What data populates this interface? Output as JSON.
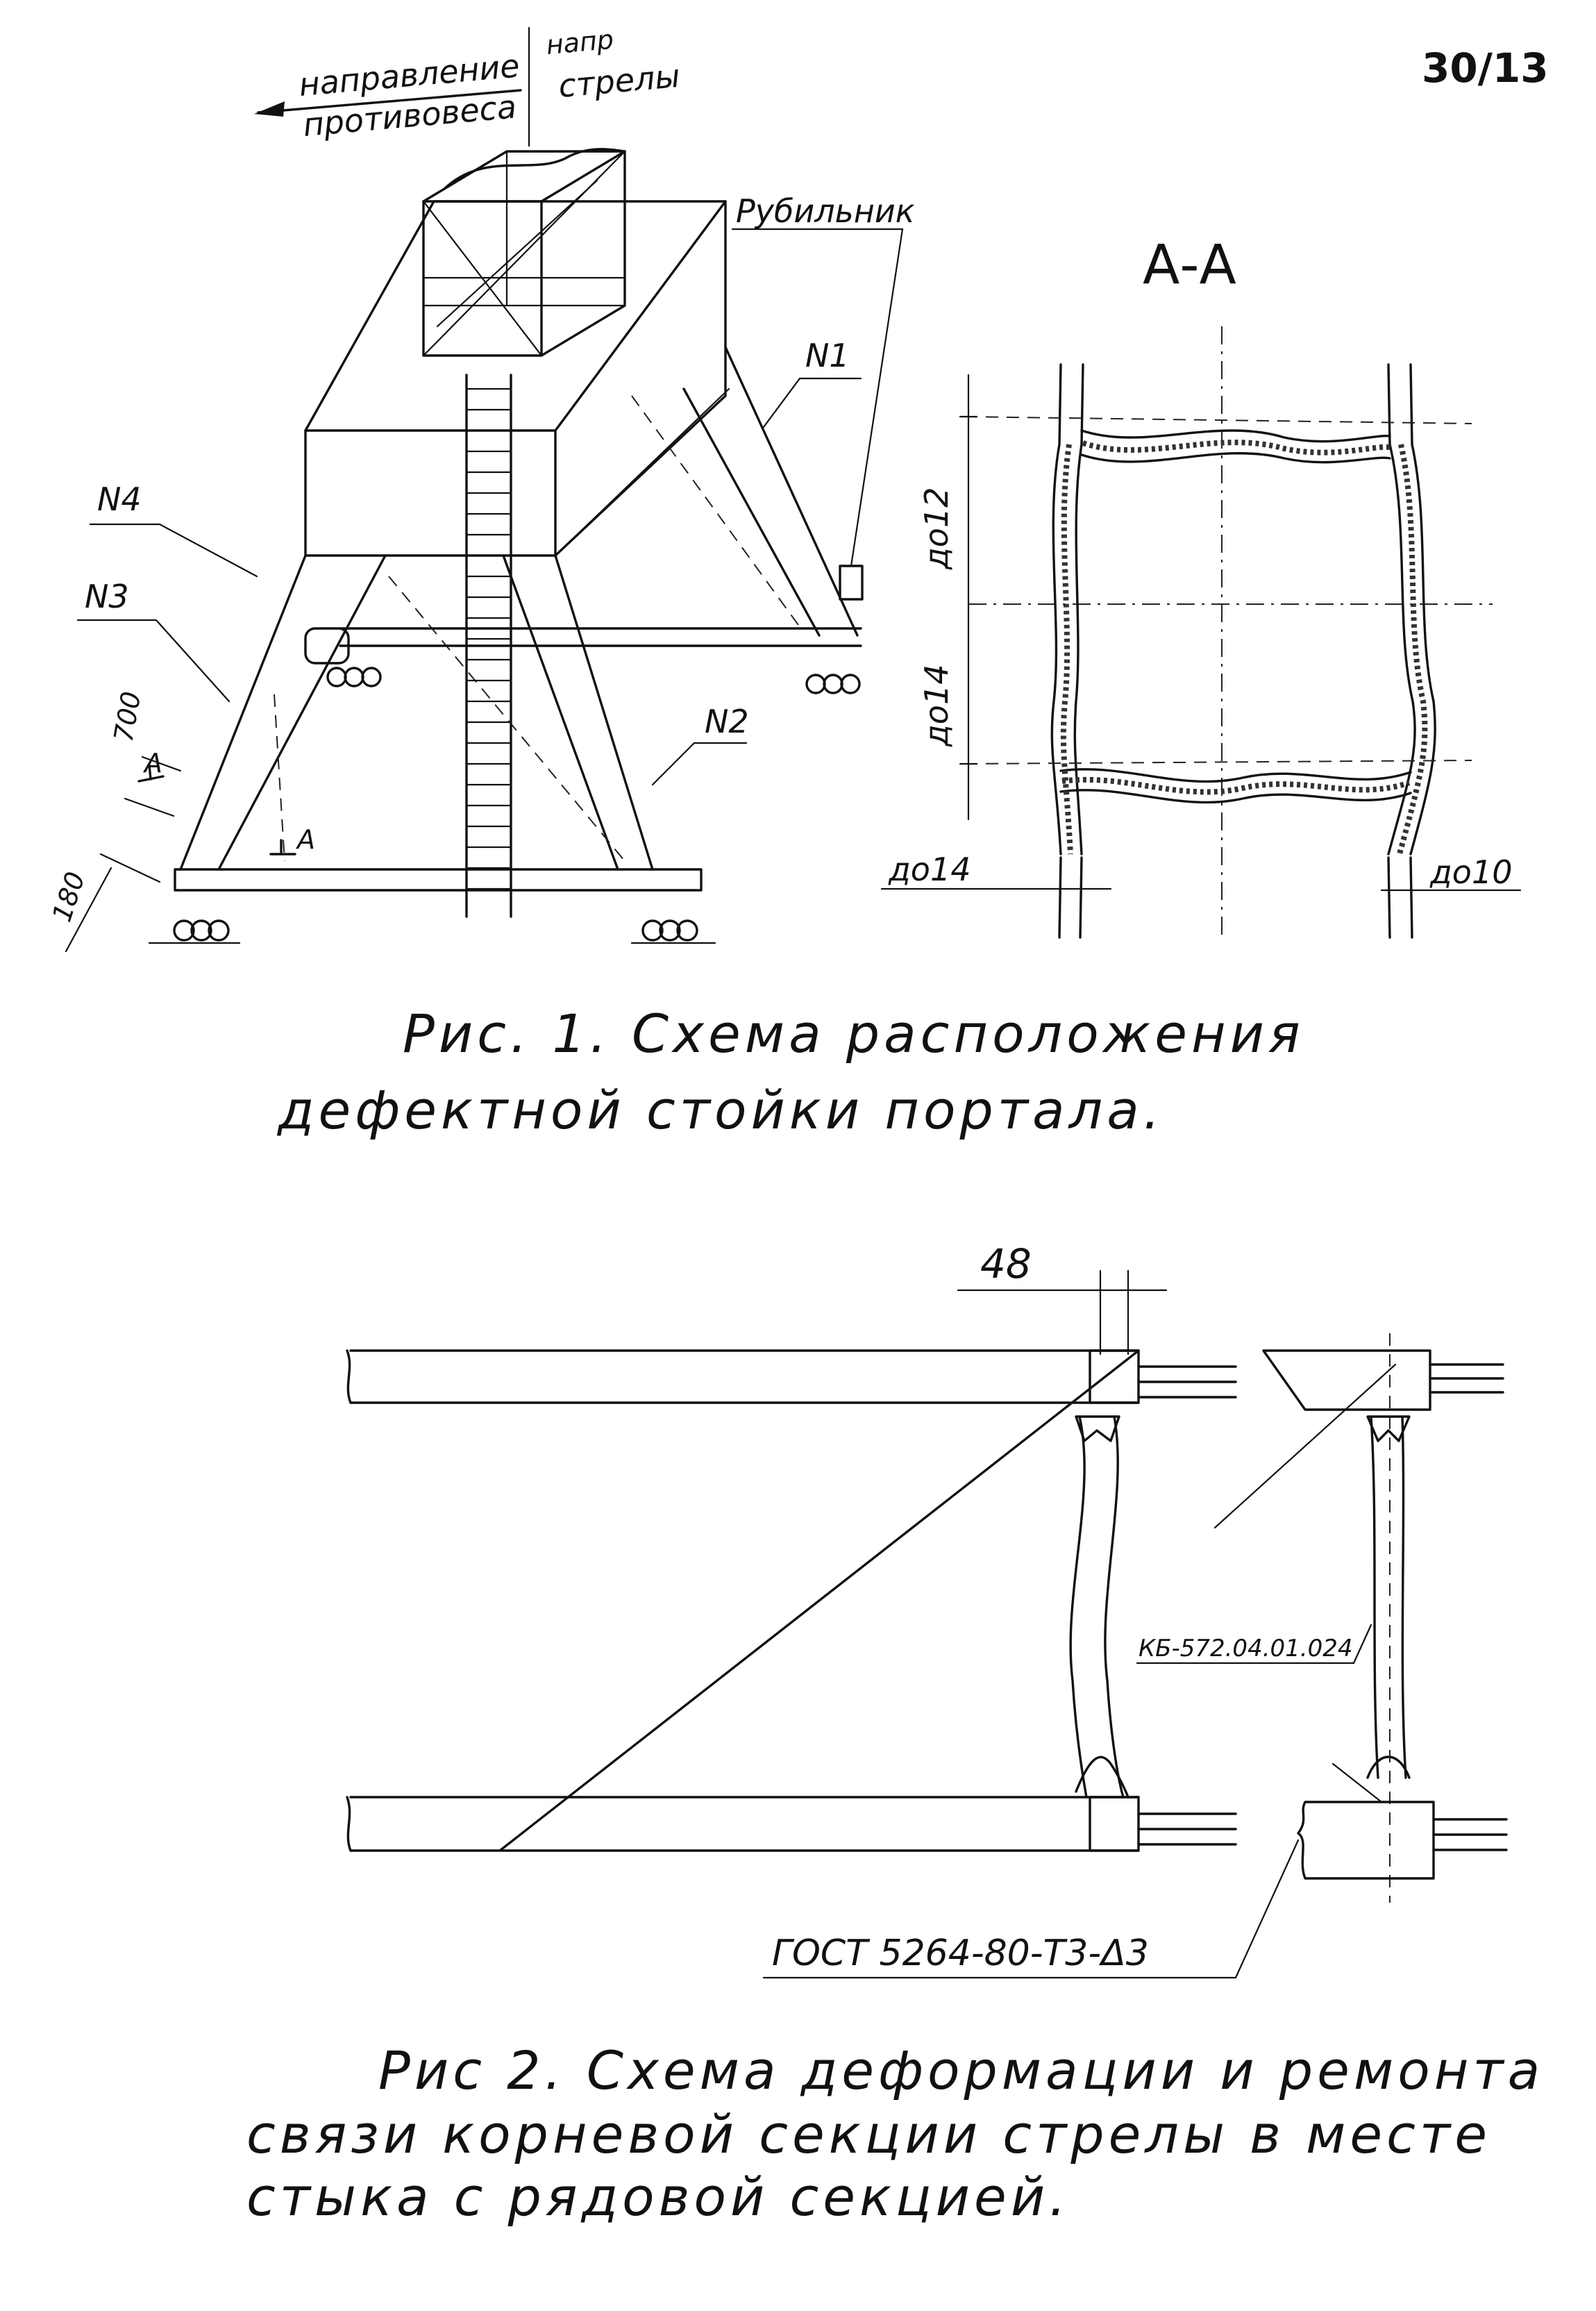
{
  "page_number": "30/13",
  "fig1": {
    "direction_counterweight_1": "направление",
    "direction_counterweight_2": "противовеса",
    "direction_boom_1": "напр",
    "direction_boom_2": "стрелы",
    "switch_label": "Рубильник",
    "leg_labels": {
      "n1": "N1",
      "n2": "N2",
      "n3": "N3",
      "n4": "N4"
    },
    "dim_700": "700",
    "dim_180": "180",
    "section_mark": "А",
    "caption_line1": "Рис. 1. Схема расположения",
    "caption_line2": "дефектной стойки портала."
  },
  "section_aa": {
    "title": "А-А",
    "dim_top": "до12",
    "dim_middle": "до14",
    "dim_bottom_left": "до14",
    "dim_bottom_right": "до10"
  },
  "fig2": {
    "dim_48": "48",
    "part_label": "КБ-572.04.01.024",
    "gost_label": "ГОСТ 5264-80-Т3-Δ3",
    "caption_line1": "Рис 2.  Схема деформации и ремонта",
    "caption_line2": "связи корневой секции стрелы в месте",
    "caption_line3": "стыка с рядовой секцией."
  }
}
